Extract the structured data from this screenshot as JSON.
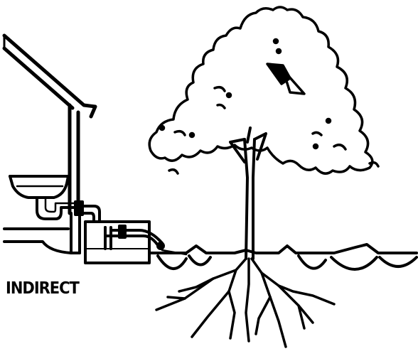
{
  "caption": "INDIRECT",
  "colors": {
    "ink": "#000000",
    "paper": "#ffffff"
  },
  "icons": [
    "house-wall",
    "sink",
    "grease-trap-box",
    "outlet-pipe",
    "tree-canopy",
    "tree-trunk",
    "tree-roots",
    "ground-line",
    "mulch-basin"
  ]
}
